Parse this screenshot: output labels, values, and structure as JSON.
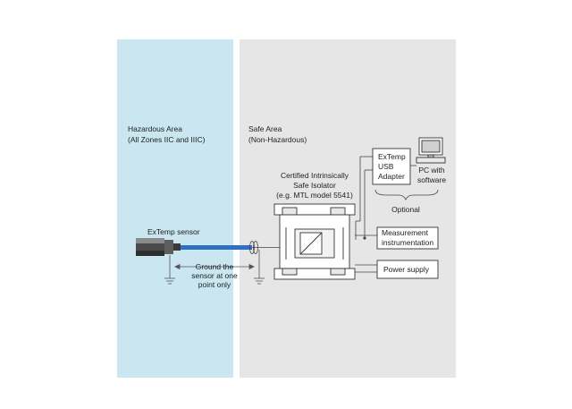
{
  "zones": {
    "hazardous": {
      "title": "Hazardous Area",
      "subtitle": "(All Zones IIC and IIIC)",
      "color": "#c9e6f1"
    },
    "safe": {
      "title": "Safe Area",
      "subtitle": "(Non-Hazardous)",
      "color": "#e6e6e6"
    }
  },
  "sensor": {
    "label": "ExTemp sensor",
    "cable_color": "#2f6fc4"
  },
  "ground_note": {
    "line1": "Ground the",
    "line2": "sensor at one",
    "line3": "point only"
  },
  "isolator": {
    "line1": "Certified Intrinsically",
    "line2": "Safe Isolator",
    "line3": "(e.g. MTL model 5541)"
  },
  "usb_adapter": {
    "line1": "ExTemp",
    "line2": "USB",
    "line3": "Adapter"
  },
  "pc": {
    "line1": "PC with",
    "line2": "software"
  },
  "optional_label": "Optional",
  "measurement": {
    "line1": "Measurement",
    "line2": "instrumentation"
  },
  "power_supply": "Power supply"
}
